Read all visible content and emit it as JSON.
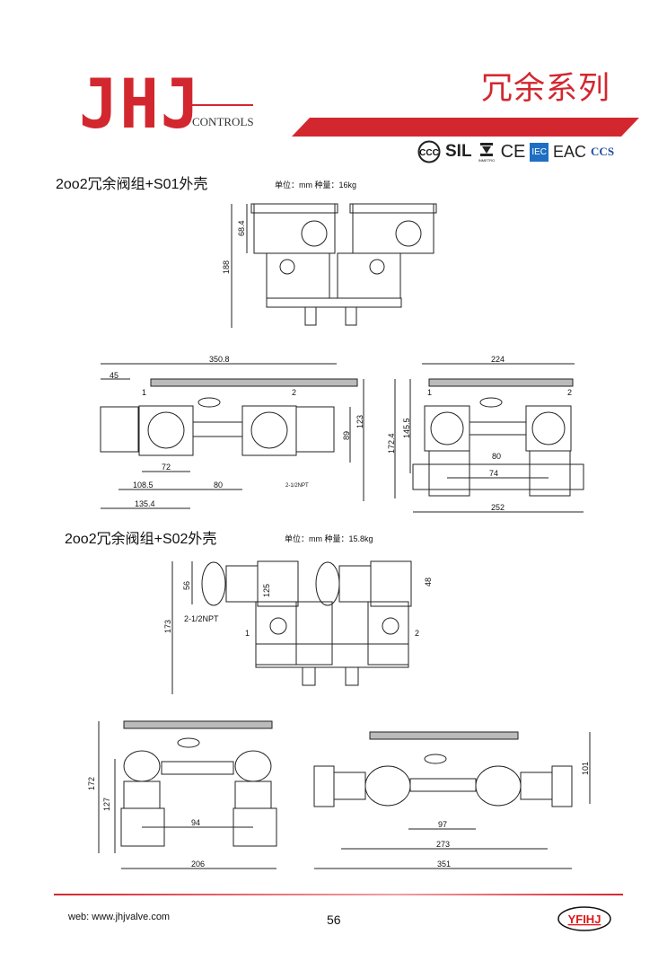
{
  "header": {
    "brand": "JHJ",
    "brand_sub": "CONTROLS",
    "title": "冗余系列",
    "certifications": [
      "CCC",
      "SIL",
      "INMETRO",
      "CE",
      "IEC",
      "EAC",
      "CCS"
    ],
    "accent_color": "#d3272f"
  },
  "section1": {
    "title": "2oo2冗余阀组+S01外壳",
    "unit": "单位：mm   种量：16kg",
    "side_view": {
      "dims": [
        "68.4",
        "188"
      ]
    },
    "front_view": {
      "dims": [
        "350.8",
        "45",
        "123",
        "89",
        "72",
        "108.5",
        "80",
        "135.4"
      ],
      "port": "2-1/2NPT",
      "marks": [
        "1",
        "2"
      ]
    },
    "end_view": {
      "dims": [
        "224",
        "172.4",
        "145.5",
        "80",
        "74",
        "252"
      ],
      "marks": [
        "1",
        "2"
      ]
    }
  },
  "section2": {
    "title": "2oo2冗余阀组+S02外壳",
    "unit": "单位：mm   种量：15.8kg",
    "side_view": {
      "dims": [
        "56",
        "173",
        "125",
        "48"
      ],
      "port": "2-1/2NPT",
      "marks": [
        "1",
        "2"
      ]
    },
    "end_view": {
      "dims": [
        "172",
        "127",
        "94",
        "206"
      ]
    },
    "front_view": {
      "dims": [
        "101",
        "97",
        "273",
        "351"
      ]
    }
  },
  "footer": {
    "web": "web:  www.jhjvalve.com",
    "page_number": "56",
    "logo_text": "YFIHJ"
  }
}
